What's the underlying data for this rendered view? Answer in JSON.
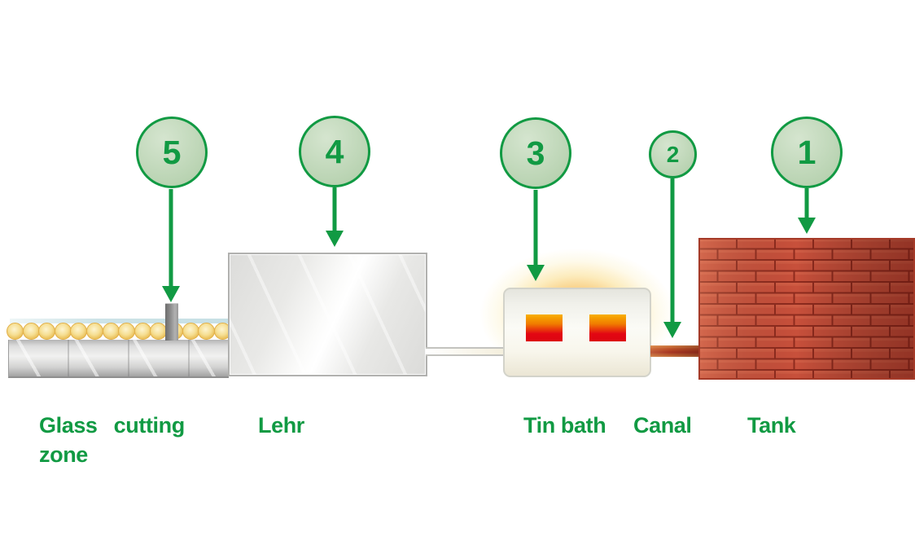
{
  "colors": {
    "accent_green": "#119A43",
    "marker_fill": "#BFD7B9",
    "heater_top": "#F9B000",
    "heater_bottom": "#E30613",
    "brick": "#C8503B",
    "mortar": "#8E2B1E",
    "roller_gold": "#EABF58",
    "glass_ribbon": "#CDE3E7"
  },
  "stations": [
    {
      "marker": "1",
      "label": "Tank"
    },
    {
      "marker": "2",
      "label": "Canal"
    },
    {
      "marker": "3",
      "label": "Tin bath"
    },
    {
      "marker": "4",
      "label": "Lehr"
    },
    {
      "marker": "5",
      "label": "Glass cutting",
      "label2": "zone"
    }
  ]
}
